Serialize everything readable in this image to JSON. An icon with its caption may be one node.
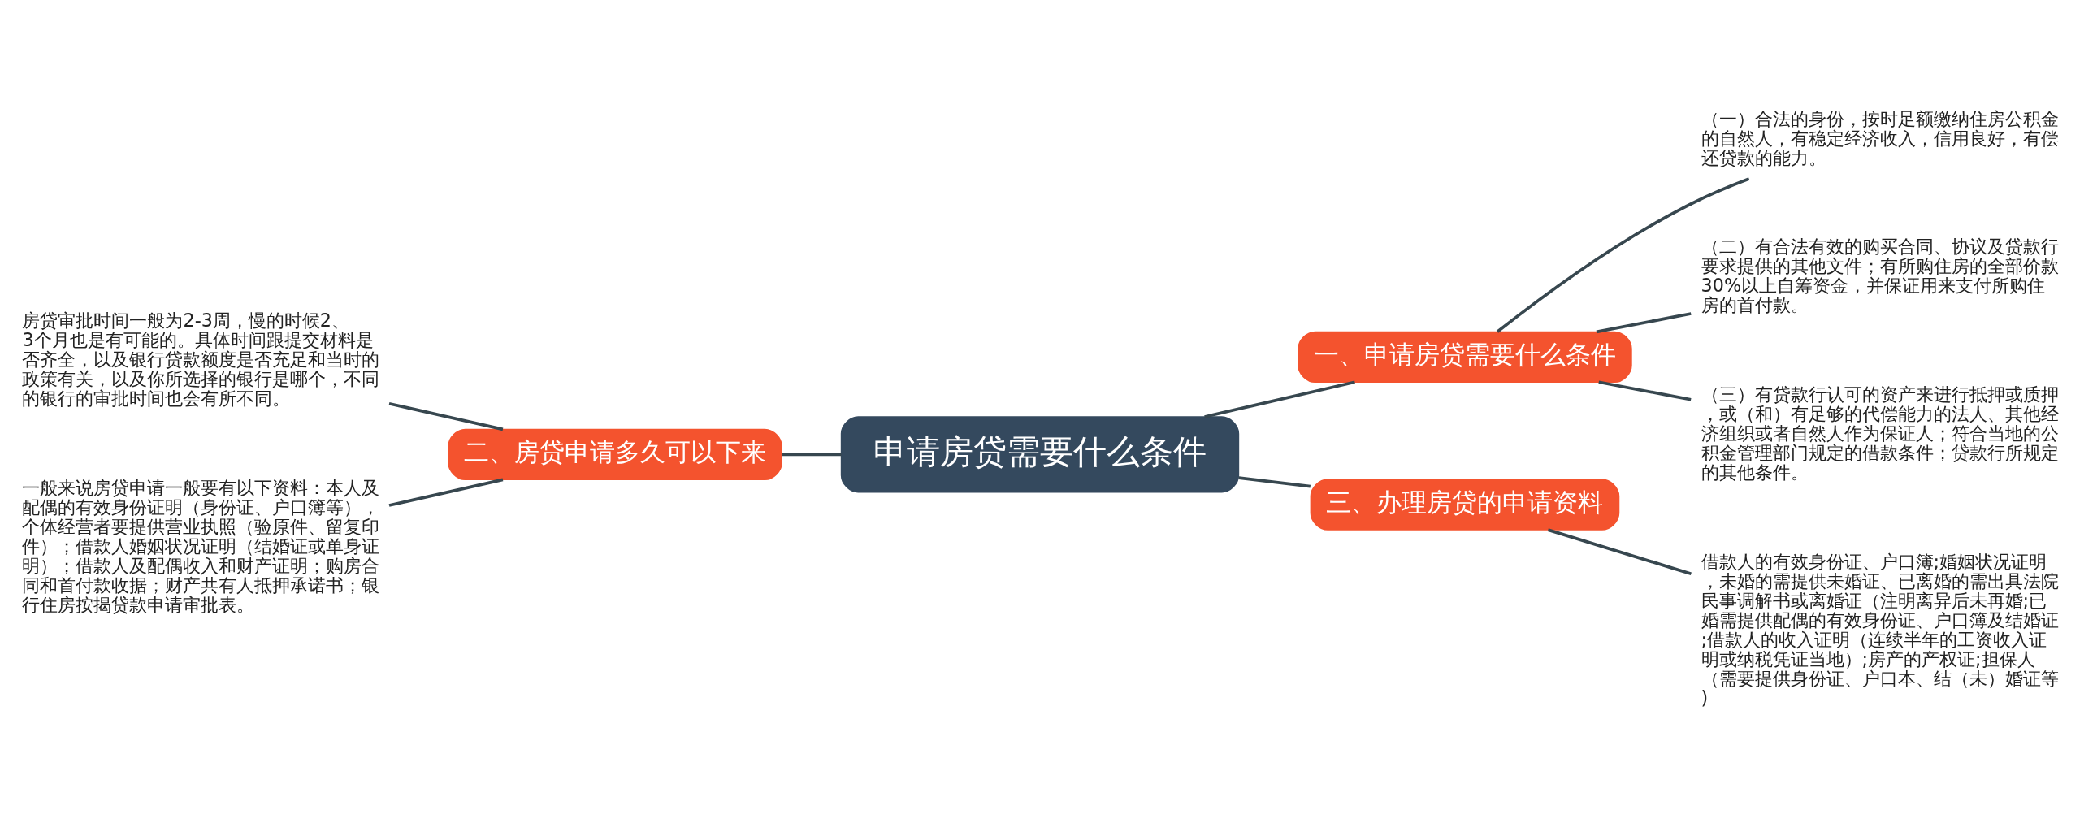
{
  "diagram": {
    "nodes": [
      {
        "text": [
          "申请房贷需要什么条件"
        ]
      },
      {
        "text": [
          "一、申请房贷需要什么条件"
        ]
      },
      {
        "text": [
          "（一）合法的身份，按时足额缴纳住房公积金的自然人，有稳定经济收入，信用良好，有偿还贷款的能力。"
        ]
      },
      {
        "text": [
          "（二）有合法有效的购买合同、协议及贷款行要求提供的其他文件；有所购住房的全部价款30%以上自筹资金，并保证用来支付所购住房的首付款。"
        ]
      },
      {
        "text": [
          "（三）有贷款行认可的资产来进行抵押或质押，或（和）有足够的代偿能力的法人、其他经济组织或者自然人作为保证人；符合当地的公积金管理部门规定的借款条件；贷款行所规定的其他条件。"
        ]
      },
      {
        "text": [
          "三、办理房贷的申请资料"
        ]
      },
      {
        "text": [
          "借款人的有效身份证、户口簿;婚姻状况证明，未婚的需提供未婚证、已离婚的需出具法院民事调解书或离婚证（注明离异后未再婚;已婚需提供配偶的有效身份证、户口簿及结婚证;借款人的收入证明（连续半年的工资收入证明或纳税凭证当地）;房产的产权证;担保人（需要提供身份证、户口本、结（未）婚证等)"
        ]
      },
      {
        "text": [
          "二、房贷申请多久可以下来"
        ]
      },
      {
        "text": [
          "房贷审批时间一般为2-3周，慢的时候2、3个月也是有可能的。具体时间跟提交材料是否齐全，以及银行贷款额度是否充足和当时的政策有关，以及你所选择的银行是哪个，不同的银行的审批时间也会有所不同。"
        ]
      },
      {
        "text": [
          "一般来说房贷申请一般要有以下资料：本人及配偶的有效身份证明（身份证、户口簿等），个体经营者要提供营业执照（验原件、留复印件）；借款人婚姻状况证明（结婚证或单身证明）；借款人及配偶收入和财产证明；购房合同和首付款收据；财产共有人抵押承诺书；银行住房按揭贷款申请审批表。"
        ]
      }
    ],
    "edges": [
      {
        "from": 0,
        "to": 1,
        "arrow": "none"
      },
      {
        "from": 1,
        "to": 2,
        "arrow": "none"
      },
      {
        "from": 1,
        "to": 3,
        "arrow": "none"
      },
      {
        "from": 1,
        "to": 4,
        "arrow": "none"
      },
      {
        "from": 0,
        "to": 5,
        "arrow": "none"
      },
      {
        "from": 5,
        "to": 6,
        "arrow": "none"
      },
      {
        "from": 0,
        "to": 7,
        "arrow": "none"
      },
      {
        "from": 7,
        "to": 8,
        "arrow": "none"
      },
      {
        "from": 7,
        "to": 9,
        "arrow": "none"
      }
    ]
  }
}
